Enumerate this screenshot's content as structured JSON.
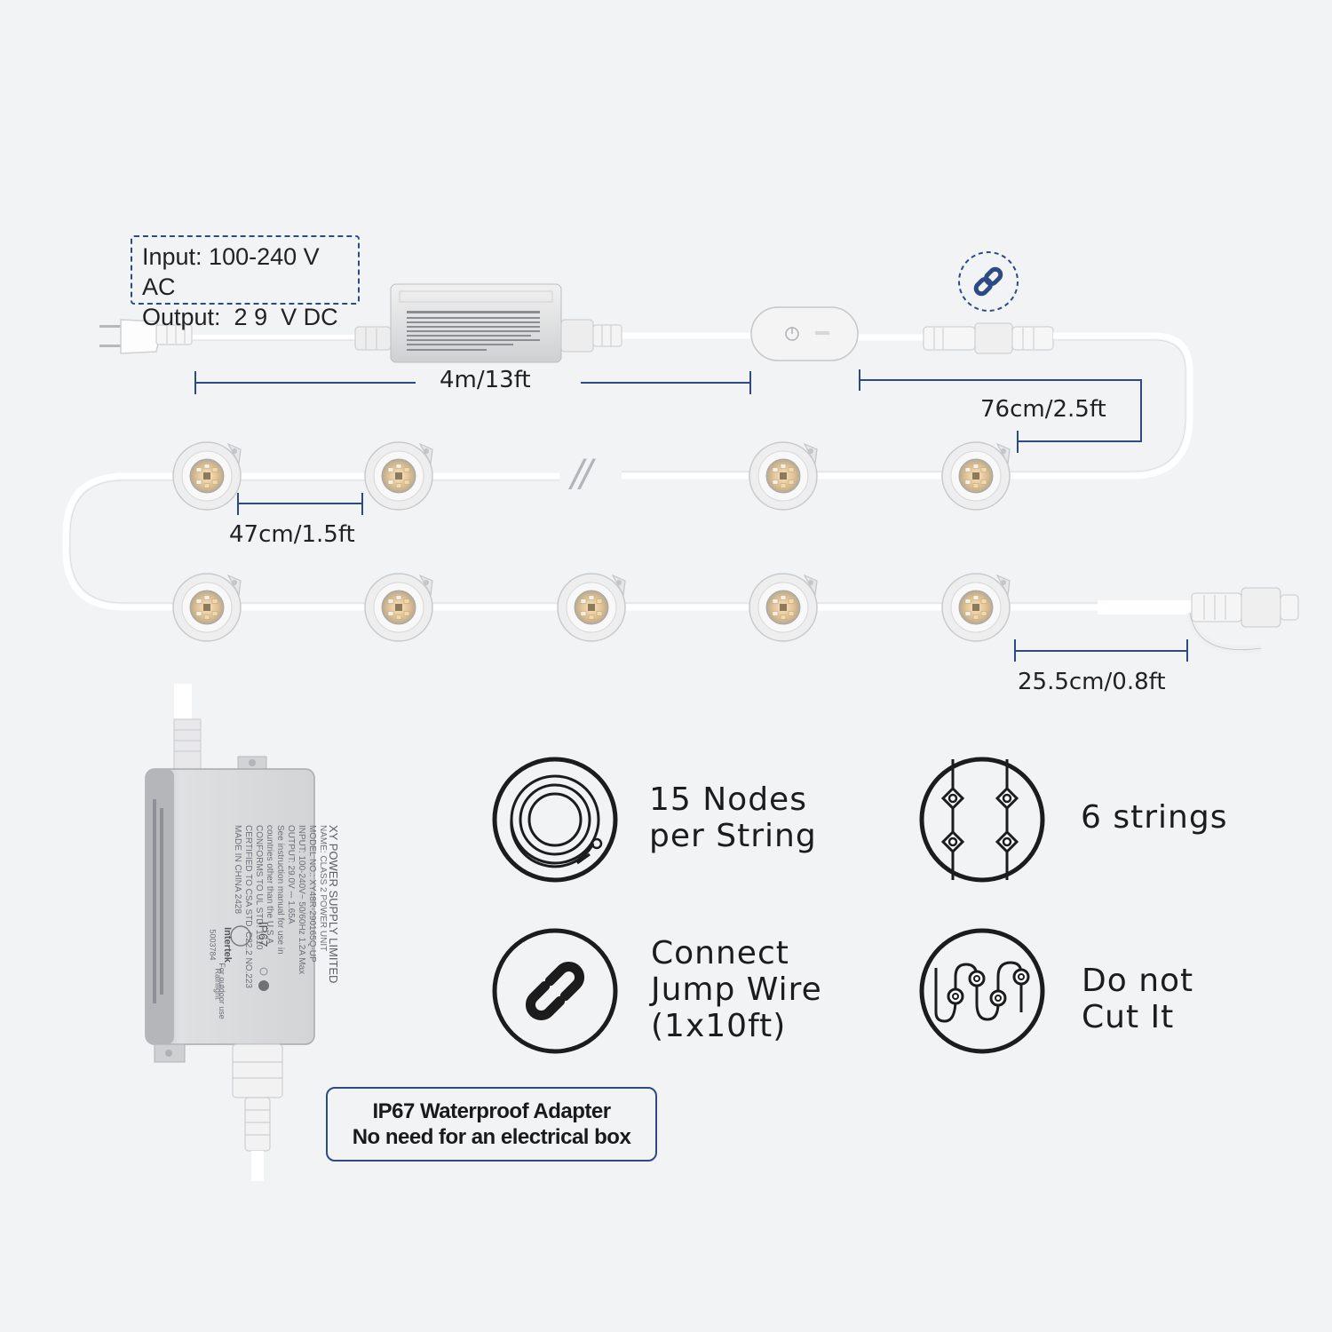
{
  "spec_box": {
    "input": "Input: 100-240 V AC",
    "output": "Output:  2 9  V DC"
  },
  "dimensions": {
    "cord_length": "4m/13ft",
    "lead_length": "76cm/2.5ft",
    "node_spacing": "47cm/1.5ft",
    "tail_length": "25.5cm/0.8ft"
  },
  "break_mark": "//",
  "features": [
    {
      "icon": "coil-icon",
      "lines": [
        "15 Nodes",
        "per String"
      ]
    },
    {
      "icon": "strings-icon",
      "lines": [
        "6 strings"
      ]
    },
    {
      "icon": "chain-link-icon",
      "lines": [
        "Connect",
        "Jump Wire",
        "(1x10ft)"
      ]
    },
    {
      "icon": "wired-nodes-icon",
      "lines": [
        "Do not",
        "Cut It"
      ]
    }
  ],
  "adapter_note": {
    "line1": "IP67 Waterproof Adapter",
    "line2": "No need for an electrical box"
  },
  "adapter_label": {
    "brand": "XY POWER SUPPLY LIMITED",
    "rating": "IP67",
    "lines": [
      "NAME: CLASS 2 POWER UNIT",
      "MODEL NO.: XY48R-290165Q-UP",
      "INPUT: 100-240V~ 50/60Hz 1.2A Max",
      "OUTPUT: 29.0V ⎓ 1.65A",
      "See instruction manual for use in",
      "countries other than the U.S.A",
      "CONFORMS TO UL STD. 1310",
      "CERTIFIED TO CSA STD. C22.2 NO.223",
      "MADE IN CHINA 2428"
    ],
    "cert": "Intertek",
    "cert_no": "5003784",
    "outdoor": "For outdoor use",
    "rainlight": "Rainlight"
  },
  "colors": {
    "accent": "#2e4a86",
    "background": "#f2f3f5",
    "cable": "#ffffff",
    "icon_stroke": "#1c1c1c"
  }
}
